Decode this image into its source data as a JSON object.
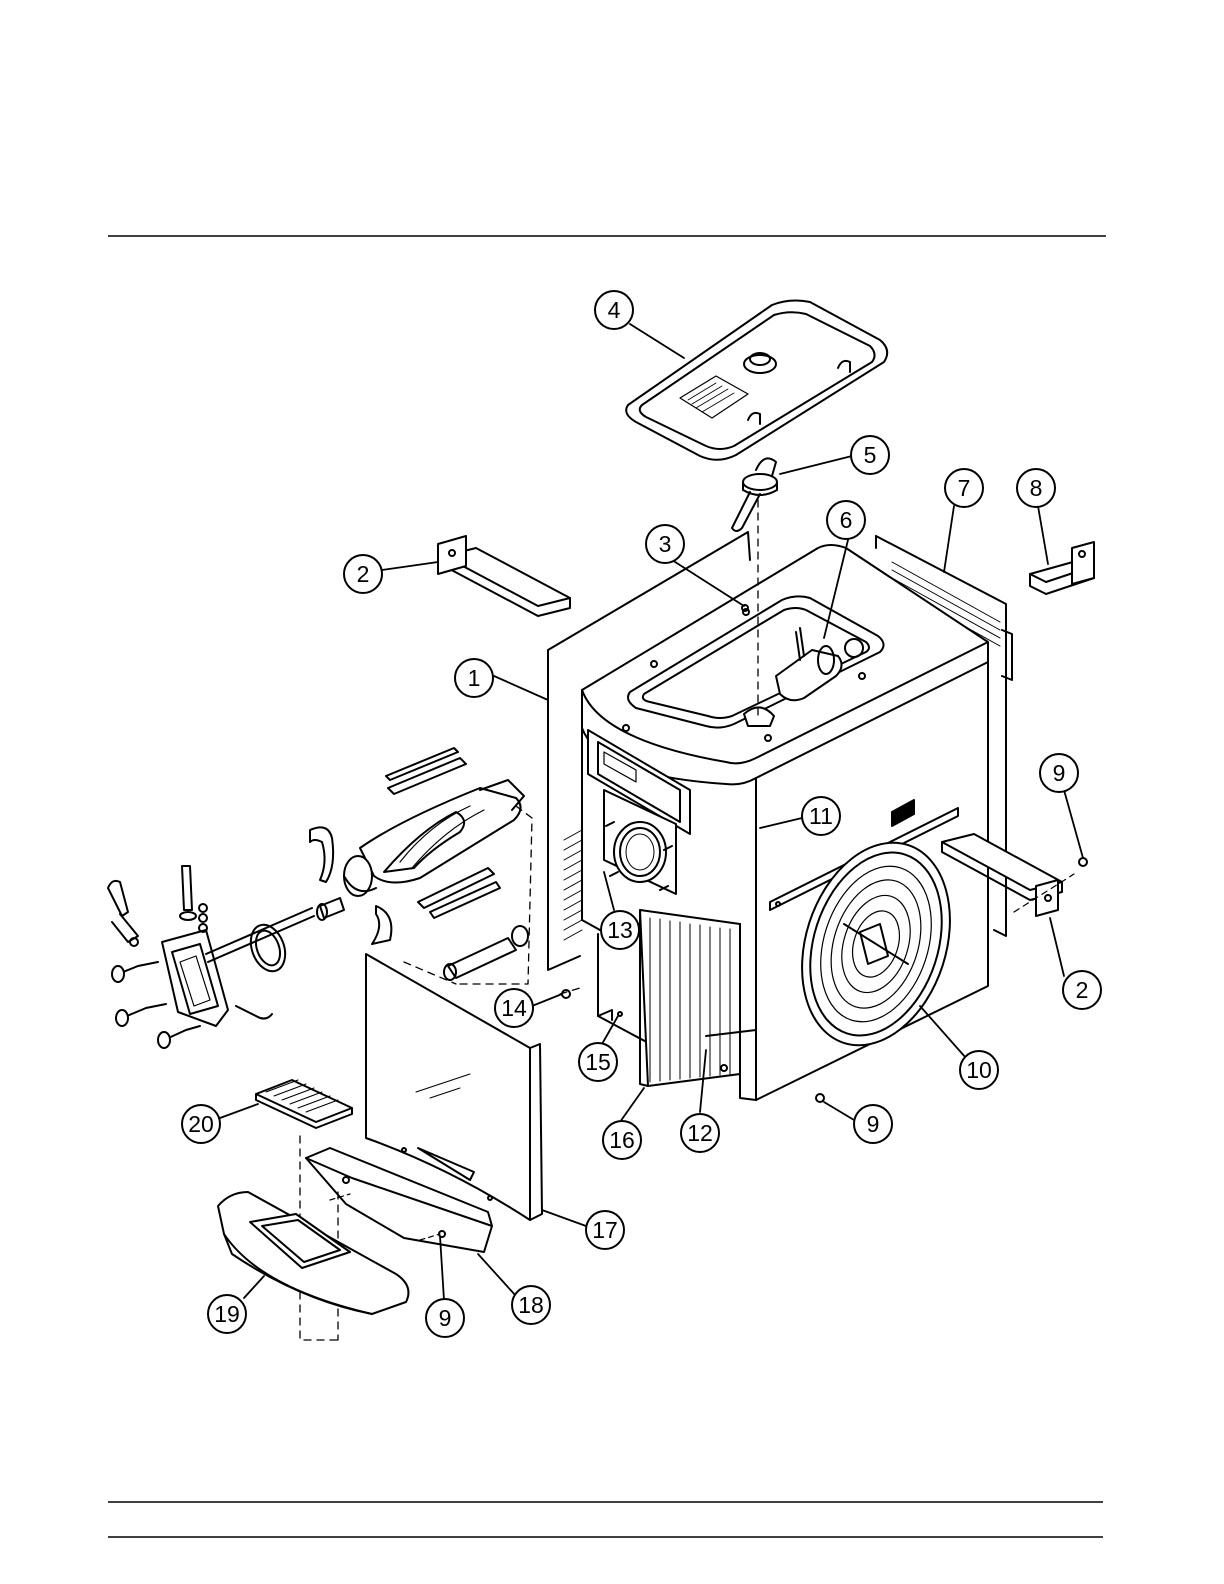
{
  "callouts": [
    {
      "id": "c1",
      "label": "1"
    },
    {
      "id": "c2a",
      "label": "2"
    },
    {
      "id": "c2b",
      "label": "2"
    },
    {
      "id": "c3",
      "label": "3"
    },
    {
      "id": "c4",
      "label": "4"
    },
    {
      "id": "c5",
      "label": "5"
    },
    {
      "id": "c6",
      "label": "6"
    },
    {
      "id": "c7",
      "label": "7"
    },
    {
      "id": "c8",
      "label": "8"
    },
    {
      "id": "c9a",
      "label": "9"
    },
    {
      "id": "c9b",
      "label": "9"
    },
    {
      "id": "c9c",
      "label": "9"
    },
    {
      "id": "c10",
      "label": "10"
    },
    {
      "id": "c11",
      "label": "11"
    },
    {
      "id": "c12",
      "label": "12"
    },
    {
      "id": "c13",
      "label": "13"
    },
    {
      "id": "c14",
      "label": "14"
    },
    {
      "id": "c15",
      "label": "15"
    },
    {
      "id": "c16",
      "label": "16"
    },
    {
      "id": "c17",
      "label": "17"
    },
    {
      "id": "c18",
      "label": "18"
    },
    {
      "id": "c19",
      "label": "19"
    },
    {
      "id": "c20",
      "label": "20"
    }
  ],
  "colors": {
    "ink": "#000000",
    "paper": "#ffffff",
    "fill": "#ececec"
  }
}
